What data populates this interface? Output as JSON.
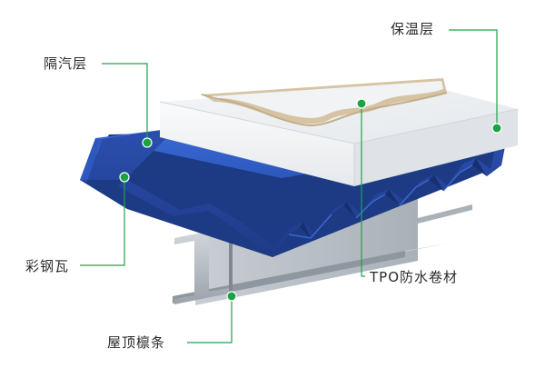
{
  "labels": {
    "vapor_barrier": "隔汽层",
    "insulation": "保温层",
    "steel_deck": "彩钢瓦",
    "tpo_membrane": "TPO防水卷材",
    "purlin": "屋顶檩条"
  },
  "colors": {
    "leader": "#1ea447",
    "dot": "#1aa246",
    "deck_top": "#2f5fc8",
    "deck_side": "#26479f",
    "deck_dark": "#1c3478",
    "insulation_top": "#eef1f4",
    "insulation_side": "#f5f6f7",
    "tpo": "#d7c4a6",
    "purlin": "#b9bfc6"
  }
}
